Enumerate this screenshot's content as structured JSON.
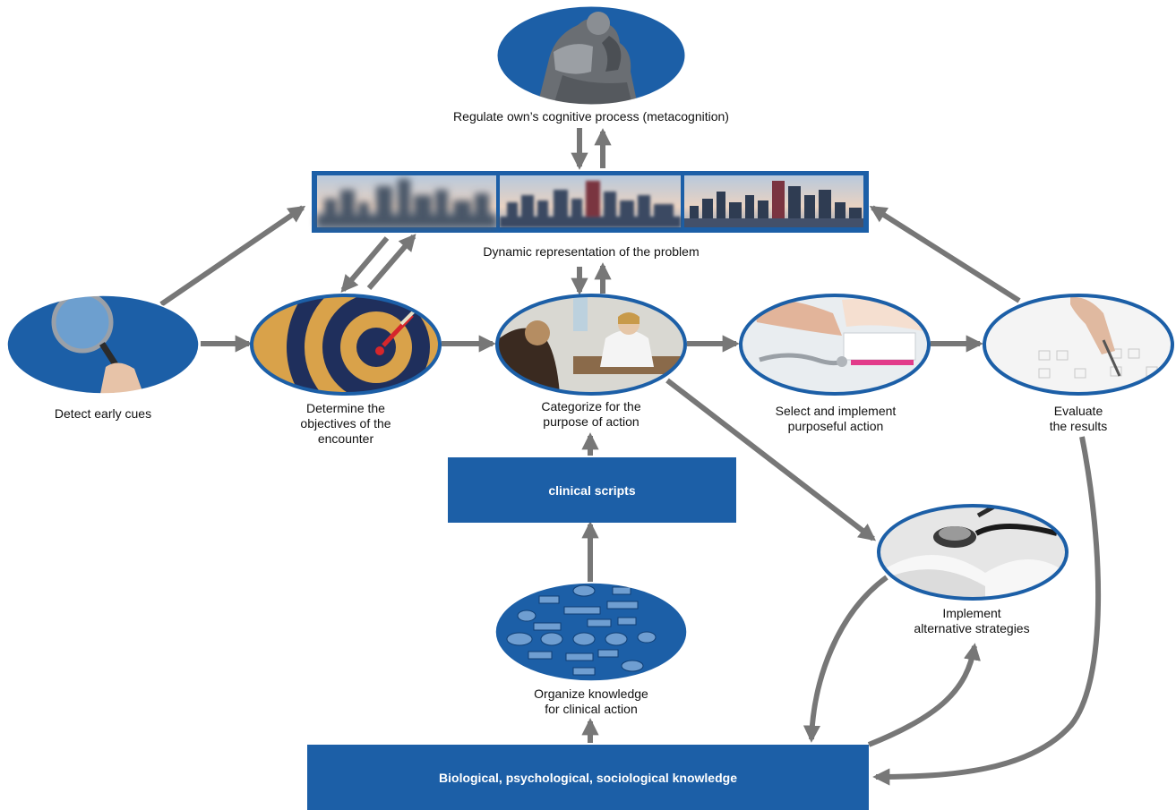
{
  "colors": {
    "blue": "#1c5fa7",
    "arrow": "#777777",
    "border": "#1c5fa7"
  },
  "nodes": {
    "metacognition": {
      "label": "Regulate own’s cognitive process (metacognition)",
      "icon": "thinker-statue-icon"
    },
    "representation": {
      "label": "Dynamic representation of the problem",
      "icon": "city-skyline-icon"
    },
    "detect": {
      "label": "Detect early cues",
      "icon": "magnifying-glass-icon"
    },
    "objectives": {
      "label": "Determine the objectives of the encounter",
      "line1": "Determine the",
      "line2": "objectives of the",
      "line3": "encounter",
      "icon": "target-icon"
    },
    "categorize": {
      "line1": "Categorize for the",
      "line2": "purpose of action",
      "icon": "consultation-icon"
    },
    "select": {
      "line1": "Select and implement",
      "line2": "purposeful action",
      "icon": "writing-icon"
    },
    "evaluate": {
      "line1": "Evaluate",
      "line2": "the results",
      "icon": "checklist-icon"
    },
    "alternative": {
      "line1": "Implement",
      "line2": "alternative strategies",
      "icon": "stethoscope-icon"
    },
    "organize": {
      "line1": "Organize knowledge",
      "line2": "for clinical action",
      "icon": "concept-map-icon"
    }
  },
  "boxes": {
    "scripts": "clinical scripts",
    "knowledge": "Biological, psychological, sociological knowledge"
  }
}
